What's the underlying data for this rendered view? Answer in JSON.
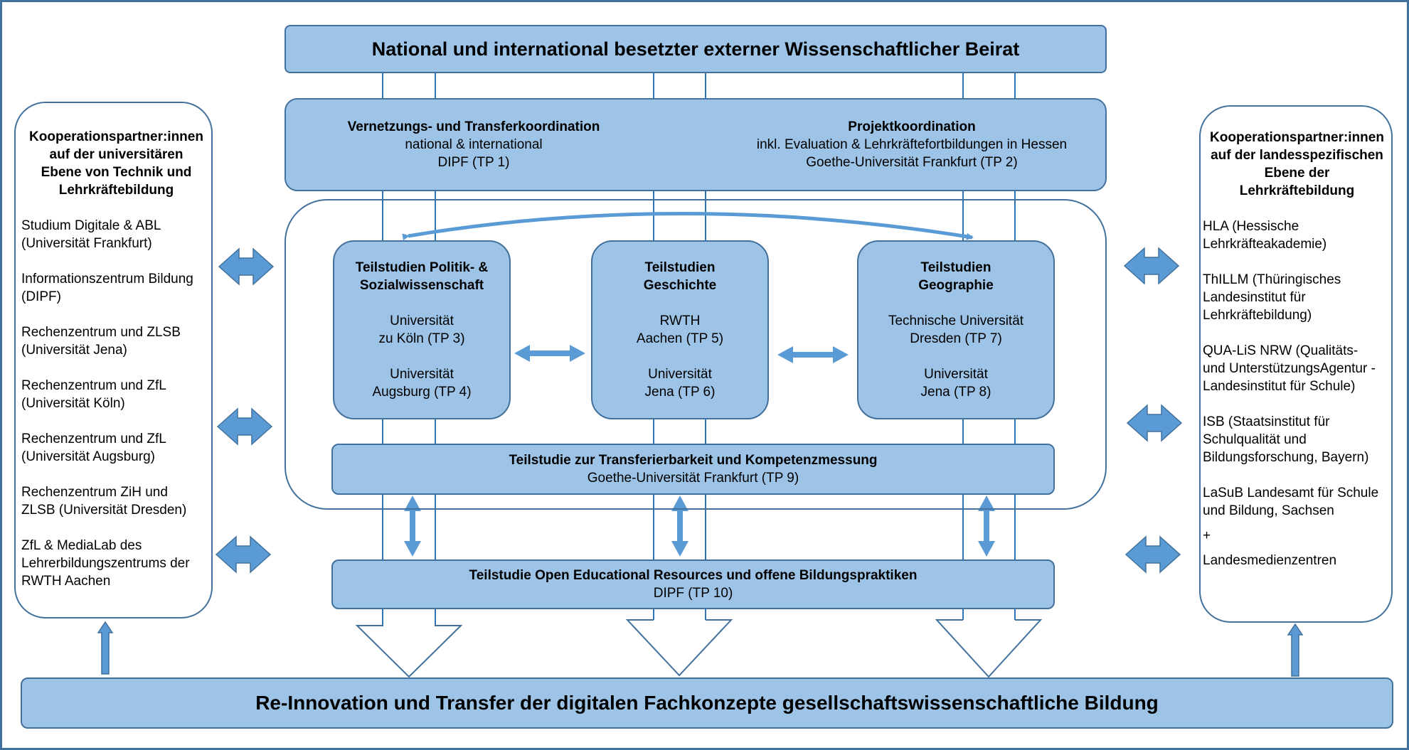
{
  "beirat": "National und international besetzter externer Wissenschaftlicher Beirat",
  "coordination": {
    "left": {
      "title": "Vernetzungs- und Transferkoordination",
      "lines": [
        "national & international",
        "DIPF (TP 1)"
      ]
    },
    "right": {
      "title": "Projektkoordination",
      "lines": [
        "inkl. Evaluation & Lehrkräftefortbildungen in Hessen",
        "Goethe-Universität Frankfurt (TP 2)"
      ]
    }
  },
  "teilstudien": [
    {
      "title": [
        "Teilstudien Politik- &",
        "Sozialwissenschaft"
      ],
      "p1": [
        "Universität",
        "zu Köln (TP 3)"
      ],
      "p2": [
        "Universität",
        "Augsburg (TP 4)"
      ]
    },
    {
      "title": [
        "Teilstudien",
        "Geschichte"
      ],
      "p1": [
        "RWTH",
        "Aachen (TP 5)"
      ],
      "p2": [
        "Universität",
        "Jena (TP 6)"
      ]
    },
    {
      "title": [
        "Teilstudien",
        "Geographie"
      ],
      "p1": [
        "Technische Universität",
        "Dresden (TP 7)"
      ],
      "p2": [
        "Universität",
        "Jena (TP 8)"
      ]
    }
  ],
  "transfer": {
    "title": "Teilstudie zur Transferierbarkeit und Kompetenzmessung",
    "sub": "Goethe-Universität Frankfurt (TP 9)"
  },
  "oer": {
    "title": "Teilstudie Open Educational Resources und offene Bildungspraktiken",
    "sub": "DIPF (TP 10)"
  },
  "bottom": "Re-Innovation und Transfer der digitalen Fachkonzepte gesellschaftswissenschaftliche Bildung",
  "left_panel": {
    "heading": [
      "Kooperationspartner:innen",
      "auf der universitären",
      "Ebene von Technik und",
      "Lehrkräftebildung"
    ],
    "items": [
      [
        "Studium Digitale & ABL",
        "(Universität Frankfurt)"
      ],
      [
        "Informationszentrum Bildung",
        "(DIPF)"
      ],
      [
        "Rechenzentrum und ZLSB",
        "(Universität Jena)"
      ],
      [
        "Rechenzentrum und ZfL",
        "(Universität Köln)"
      ],
      [
        "Rechenzentrum und ZfL",
        "(Universität Augsburg)"
      ],
      [
        "Rechenzentrum ZiH und",
        "ZLSB (Universität Dresden)"
      ],
      [
        "ZfL & MediaLab des",
        "Lehrerbildungszentrums der",
        "RWTH Aachen"
      ]
    ]
  },
  "right_panel": {
    "heading": [
      "Kooperationspartner:innen",
      "auf der landesspezifischen",
      "Ebene der",
      "Lehrkräftebildung"
    ],
    "items": [
      [
        "HLA (Hessische",
        "Lehrkräfteakademie)"
      ],
      [
        "ThILLM (Thüringisches",
        "Landesinstitut für",
        "Lehrkräftebildung)"
      ],
      [
        "QUA-LiS NRW (Qualitäts-",
        "und UnterstützungsAgentur -",
        "Landesinstitut für Schule)"
      ],
      [
        "ISB (Staatsinstitut für",
        "Schulqualität und",
        "Bildungsforschung, Bayern)"
      ],
      [
        "LaSuB Landesamt für Schule",
        "und Bildung, Sachsen"
      ],
      [
        "+"
      ],
      [
        "Landesmedienzentren"
      ]
    ]
  }
}
